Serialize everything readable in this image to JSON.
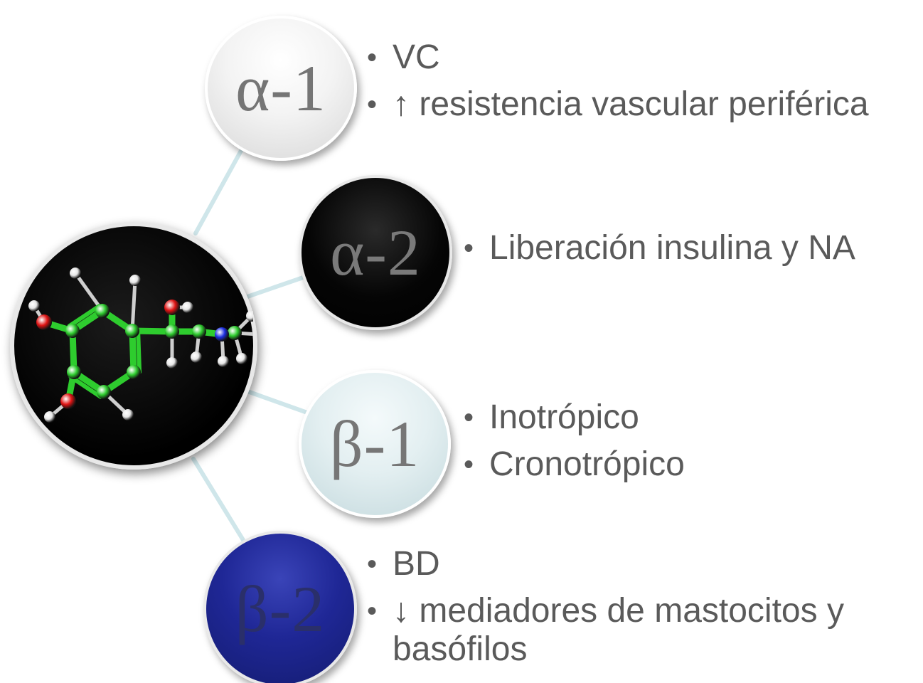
{
  "diagram": {
    "receptors": [
      {
        "label": "α-1",
        "effects": [
          "VC",
          "↑ resistencia vascular periférica"
        ]
      },
      {
        "label": "α-2",
        "effects": [
          "Liberación insulina y NA"
        ]
      },
      {
        "label": "β-1",
        "effects": [
          "Inotrópico",
          "Cronotrópico"
        ]
      },
      {
        "label": "β-2",
        "effects": [
          "BD",
          "↓ mediadores de mastocitos y basófilos"
        ]
      }
    ],
    "molecule": {
      "icon": "ball-and-stick-molecule",
      "atom_colors": {
        "carbon": "#2ecc2e",
        "oxygen": "#e01414",
        "nitrogen": "#1c2fe0",
        "hydrogen": "#e6e6e6"
      }
    },
    "colors": {
      "connector": "#cfe6ea",
      "text": "#5a5a5a",
      "alpha1_node": "#f0f0f0",
      "alpha2_node": "#000000",
      "beta1_node": "#e3eff1",
      "beta2_node": "#1f2796"
    }
  }
}
